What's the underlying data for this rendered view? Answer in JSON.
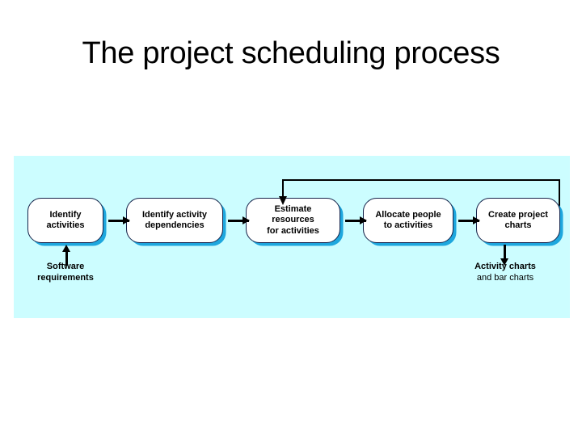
{
  "slide": {
    "title": "The project scheduling process",
    "background_color": "#ffffff",
    "diagram_background_color": "#ccfdff"
  },
  "diagram": {
    "type": "process-flow",
    "node_fill_color": "#ffffff",
    "node_border_color": "#16234a",
    "node_shadow_color": "#1ea7de",
    "arrow_color": "#000000",
    "nodes": [
      {
        "id": "identify-activities",
        "line1": "Identify",
        "line2": "activities"
      },
      {
        "id": "identify-dependencies",
        "line1": "Identify activity",
        "line2": "dependencies"
      },
      {
        "id": "estimate-resources",
        "line1": "Estimate resources",
        "line2": "for activities"
      },
      {
        "id": "allocate-people",
        "line1": "Allocate people",
        "line2": "to activities"
      },
      {
        "id": "create-project-charts",
        "line1": "Create project",
        "line2": "charts"
      }
    ],
    "annotations": [
      {
        "id": "software-requirements",
        "line1": "Software",
        "line2": "requirements",
        "role": "input"
      },
      {
        "id": "activity-charts",
        "line1": "Activity charts",
        "line2": "and bar charts",
        "role": "output"
      }
    ],
    "flow_arrows": [
      {
        "from": "identify-activities",
        "to": "identify-dependencies"
      },
      {
        "from": "identify-dependencies",
        "to": "estimate-resources"
      },
      {
        "from": "estimate-resources",
        "to": "allocate-people"
      },
      {
        "from": "allocate-people",
        "to": "create-project-charts"
      }
    ],
    "feedback_loop": {
      "from": "create-project-charts",
      "to": "estimate-resources"
    }
  }
}
